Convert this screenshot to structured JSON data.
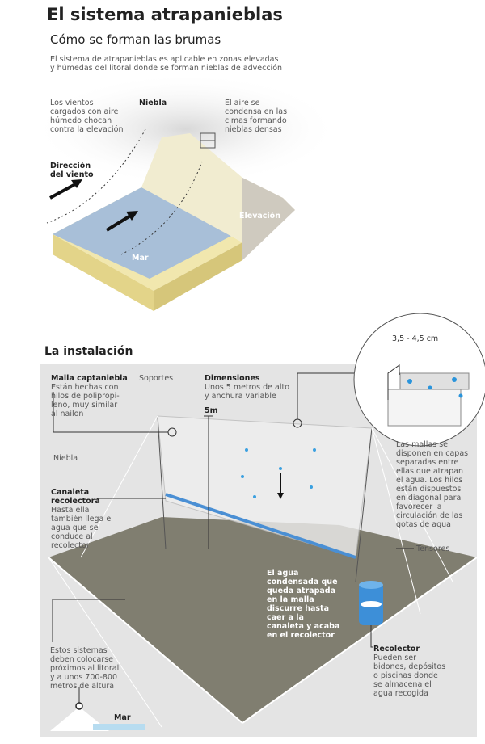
{
  "title": "El sistema atrapanieblas",
  "section1": {
    "heading": "Cómo se forman las brumas",
    "description": [
      "El sistema de atrapanieblas es aplicable en zonas elevadas",
      "y húmedas del litoral donde se forman nieblas de  advección"
    ],
    "labels": {
      "winds": [
        "Los vientos",
        "cargados con aire",
        "húmedo chocan",
        "contra la elevación"
      ],
      "fog": "Niebla",
      "condense": [
        "El aire se",
        "condensa en las",
        "cimas formando",
        "nieblas densas"
      ],
      "wind_direction": [
        "Dirección",
        "del viento"
      ],
      "elevation": "Elevación",
      "sea": "Mar"
    }
  },
  "section2": {
    "heading": "La instalación",
    "mesh": {
      "title": "Malla captaniebla",
      "text": [
        "Están hechas con",
        "hilos de polipropi-",
        "leno, muy similar",
        "al nailon"
      ]
    },
    "supports": "Soportes",
    "dimensions": {
      "title": "Dimensiones",
      "text": [
        "Unos 5 metros de alto",
        "y anchura variable"
      ],
      "height": "5m"
    },
    "fog": "Niebla",
    "gutter": {
      "title": [
        "Canaleta",
        "recolectora"
      ],
      "text": [
        "Hasta ella",
        "también llega el",
        "agua que se",
        "conduce al",
        "recolector"
      ]
    },
    "detail": {
      "spacing": "3,5 - 4,5 cm",
      "text": [
        "Las mallas se",
        "disponen en capas",
        "separadas entre",
        "ellas que atrapan",
        "el agua. Los hilos",
        "están dispuestos",
        "en diagonal para",
        "favorecer la",
        "circulación de las",
        "gotas de agua"
      ]
    },
    "tensors": "Tensores",
    "water_flow": [
      "El agua",
      "condensada que",
      "queda atrapada",
      "en la malla",
      "discurre hasta",
      "caer a la",
      "canaleta y acaba",
      "en el recolector"
    ],
    "collector": {
      "title": "Recolector",
      "text": [
        "Pueden ser",
        "bidones, depósitos",
        "o piscinas donde",
        "se almacena el",
        "agua recogida"
      ]
    },
    "location": [
      "Estos sistemas",
      "deben colocarse",
      "próximos al litoral",
      "y a unos 700-800",
      "metros de altura"
    ],
    "sea": "Mar"
  },
  "colors": {
    "water": "#9db8d6",
    "land": "#f2ecc4",
    "ground": "#7c7a6c",
    "panel": "#e4e4e4",
    "pipe": "#4a8fd4"
  }
}
